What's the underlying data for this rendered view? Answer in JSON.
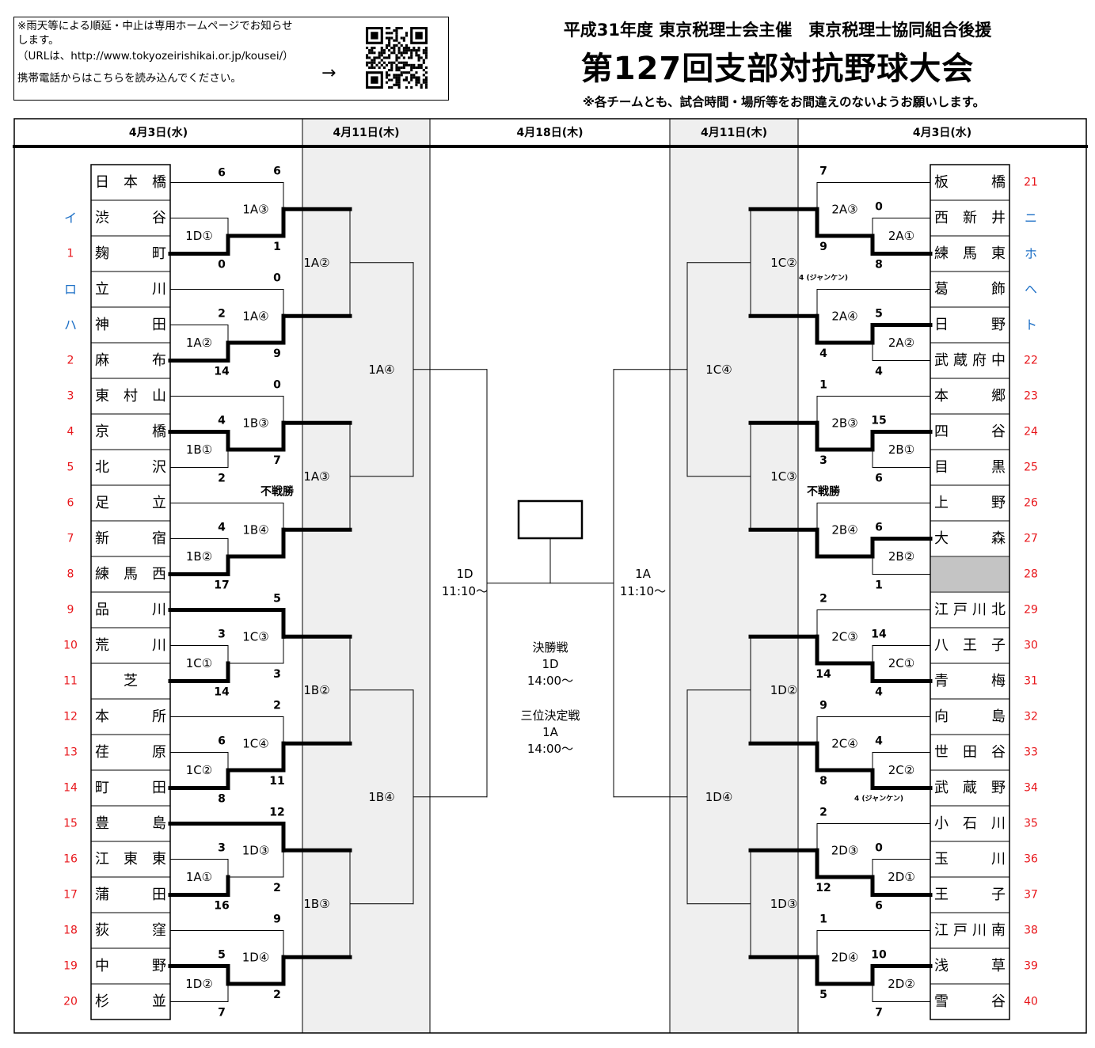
{
  "notice": {
    "line1": "※雨天等による順延・中止は専用ホームページでお知らせ",
    "line2": "します。",
    "line3": "（URLは、http://www.tokyozeirishikai.or.jp/kousei/）",
    "line4": "携帯電話からはこちらを読み込んでください。",
    "arrow": "→"
  },
  "header": {
    "subtitle": "平成31年度 東京税理士会主催　東京税理士協同組合後援",
    "title": "第127回支部対抗野球大会",
    "note": "※各チームとも、試合時間・場所等をお間違えのないようお願いします。"
  },
  "dates": [
    "4月3日(水)",
    "4月11日(木)",
    "4月18日(木)",
    "4月11日(木)",
    "4月3日(水)"
  ],
  "left_teams": [
    "日 本 橋",
    "渋　　谷",
    "麹　　町",
    "立　　川",
    "神　　田",
    "麻　　布",
    "東 村 山",
    "京　　橋",
    "北　　沢",
    "足　　立",
    "新　　宿",
    "練 馬 西",
    "品　　川",
    "荒　　川",
    "芝",
    "本　　所",
    "荏　　原",
    "町　　田",
    "豊　　島",
    "江 東 東",
    "蒲　　田",
    "荻　　窪",
    "中　　野",
    "杉　　並"
  ],
  "left_marks": [
    "",
    "イ",
    "1",
    "ロ",
    "ハ",
    "2",
    "3",
    "4",
    "5",
    "6",
    "7",
    "8",
    "9",
    "10",
    "11",
    "12",
    "13",
    "14",
    "15",
    "16",
    "17",
    "18",
    "19",
    "20"
  ],
  "right_teams": [
    "板　　橋",
    "西 新 井",
    "練 馬 東",
    "葛　　飾",
    "日　　野",
    "武蔵府中",
    "本　　郷",
    "四　　谷",
    "目　　黒",
    "上　　野",
    "大　　森",
    "",
    "江戸川北",
    "八 王 子",
    "青　　梅",
    "向　　島",
    "世 田 谷",
    "武 蔵 野",
    "小 石 川",
    "玉　　川",
    "王　　子",
    "江戸川南",
    "浅　　草",
    "雪　　谷"
  ],
  "right_marks": [
    "21",
    "ニ",
    "ホ",
    "ヘ",
    "ト",
    "22",
    "23",
    "24",
    "25",
    "26",
    "27",
    "28",
    "29",
    "30",
    "31",
    "32",
    "33",
    "34",
    "35",
    "36",
    "37",
    "38",
    "39",
    "40"
  ],
  "colors": {
    "mark_red": "#e8161b",
    "mark_blue": "#1c6fc6",
    "shade": "#efefef",
    "bye": "#c4c4c4"
  },
  "left_r1": [
    {
      "court": "1D①",
      "top": "",
      "bottom": "0"
    },
    {
      "court": "1A②",
      "top": "2",
      "bottom": "14"
    },
    {
      "court": "1B①",
      "top": "4",
      "bottom": "2"
    },
    {
      "court": "1B②",
      "top": "4",
      "bottom": "17"
    },
    {
      "court": "1C①",
      "top": "3",
      "bottom": "14"
    },
    {
      "court": "1C②",
      "top": "6",
      "bottom": "8"
    },
    {
      "court": "1A①",
      "top": "3",
      "bottom": "16"
    },
    {
      "court": "1D②",
      "top": "5",
      "bottom": "7"
    }
  ],
  "left_r2": [
    {
      "court": "1A③",
      "top": "6",
      "bottom": "1"
    },
    {
      "court": "1A④",
      "top": "0",
      "bottom": "9"
    },
    {
      "court": "1B③",
      "top": "0",
      "bottom": "7"
    },
    {
      "court": "1B④",
      "top": "不戦勝",
      "bottom": ""
    },
    {
      "court": "1C③",
      "top": "5",
      "bottom": "3"
    },
    {
      "court": "1C④",
      "top": "2",
      "bottom": "11"
    },
    {
      "court": "1D③",
      "top": "12",
      "bottom": "2"
    },
    {
      "court": "1D④",
      "top": "9",
      "bottom": "2"
    }
  ],
  "left_r1_top_extra": "6",
  "left_r3": [
    "1A②",
    "1A③",
    "1B②",
    "1B③"
  ],
  "left_r4": [
    "1A④",
    "1B④"
  ],
  "right_r1": [
    {
      "court": "2A①",
      "top": "0",
      "bottom": "8"
    },
    {
      "court": "2A②",
      "top": "5",
      "bottom": "4"
    },
    {
      "court": "2B①",
      "top": "15",
      "bottom": "6"
    },
    {
      "court": "2B②",
      "top": "6",
      "bottom": "1"
    },
    {
      "court": "2C①",
      "top": "14",
      "bottom": "4"
    },
    {
      "court": "2C②",
      "top": "4",
      "bottom": "4 (ジャンケン)"
    },
    {
      "court": "2D①",
      "top": "0",
      "bottom": "6"
    },
    {
      "court": "2D②",
      "top": "10",
      "bottom": "7"
    }
  ],
  "right_r2": [
    {
      "court": "2A③",
      "top": "7",
      "bottom": "9"
    },
    {
      "court": "2A④",
      "top": "4 (ジャンケン)",
      "bottom": "4"
    },
    {
      "court": "2B③",
      "top": "1",
      "bottom": "3"
    },
    {
      "court": "2B④",
      "top": "不戦勝",
      "bottom": ""
    },
    {
      "court": "2C③",
      "top": "2",
      "bottom": "14"
    },
    {
      "court": "2C④",
      "top": "9",
      "bottom": "8"
    },
    {
      "court": "2D③",
      "top": "2",
      "bottom": "12"
    },
    {
      "court": "2D④",
      "top": "1",
      "bottom": "5"
    }
  ],
  "right_r3": [
    "1C②",
    "1C③",
    "1D②",
    "1D③"
  ],
  "right_r4": [
    "1C④",
    "1D④"
  ],
  "semi_left": {
    "court": "1D",
    "time": "11:10〜"
  },
  "semi_right": {
    "court": "1A",
    "time": "11:10〜"
  },
  "final": {
    "label": "決勝戦",
    "court": "1D",
    "time": "14:00〜"
  },
  "third": {
    "label": "三位決定戦",
    "court": "1A",
    "time": "14:00〜"
  }
}
